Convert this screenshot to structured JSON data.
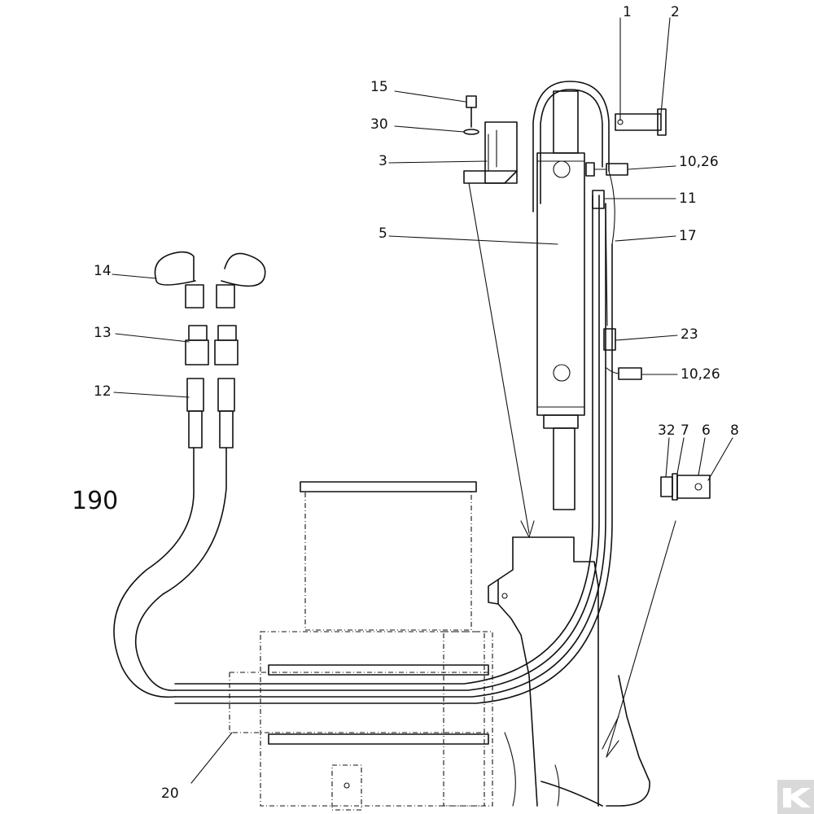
{
  "diagram": {
    "figure_number": "190",
    "callouts": {
      "c1": "1",
      "c2": "2",
      "c15": "15",
      "c30": "30",
      "c3": "3",
      "c5": "5",
      "c10_26_top": "10,26",
      "c11": "11",
      "c17": "17",
      "c23": "23",
      "c10_26_bottom": "10,26",
      "c14": "14",
      "c13": "13",
      "c12": "12",
      "c32": "32",
      "c7": "7",
      "c6": "6",
      "c8": "8",
      "c20": "20"
    }
  },
  "brand": {
    "watermark_icon": "k-logo-icon",
    "watermark_color": "#d9d9d9"
  }
}
